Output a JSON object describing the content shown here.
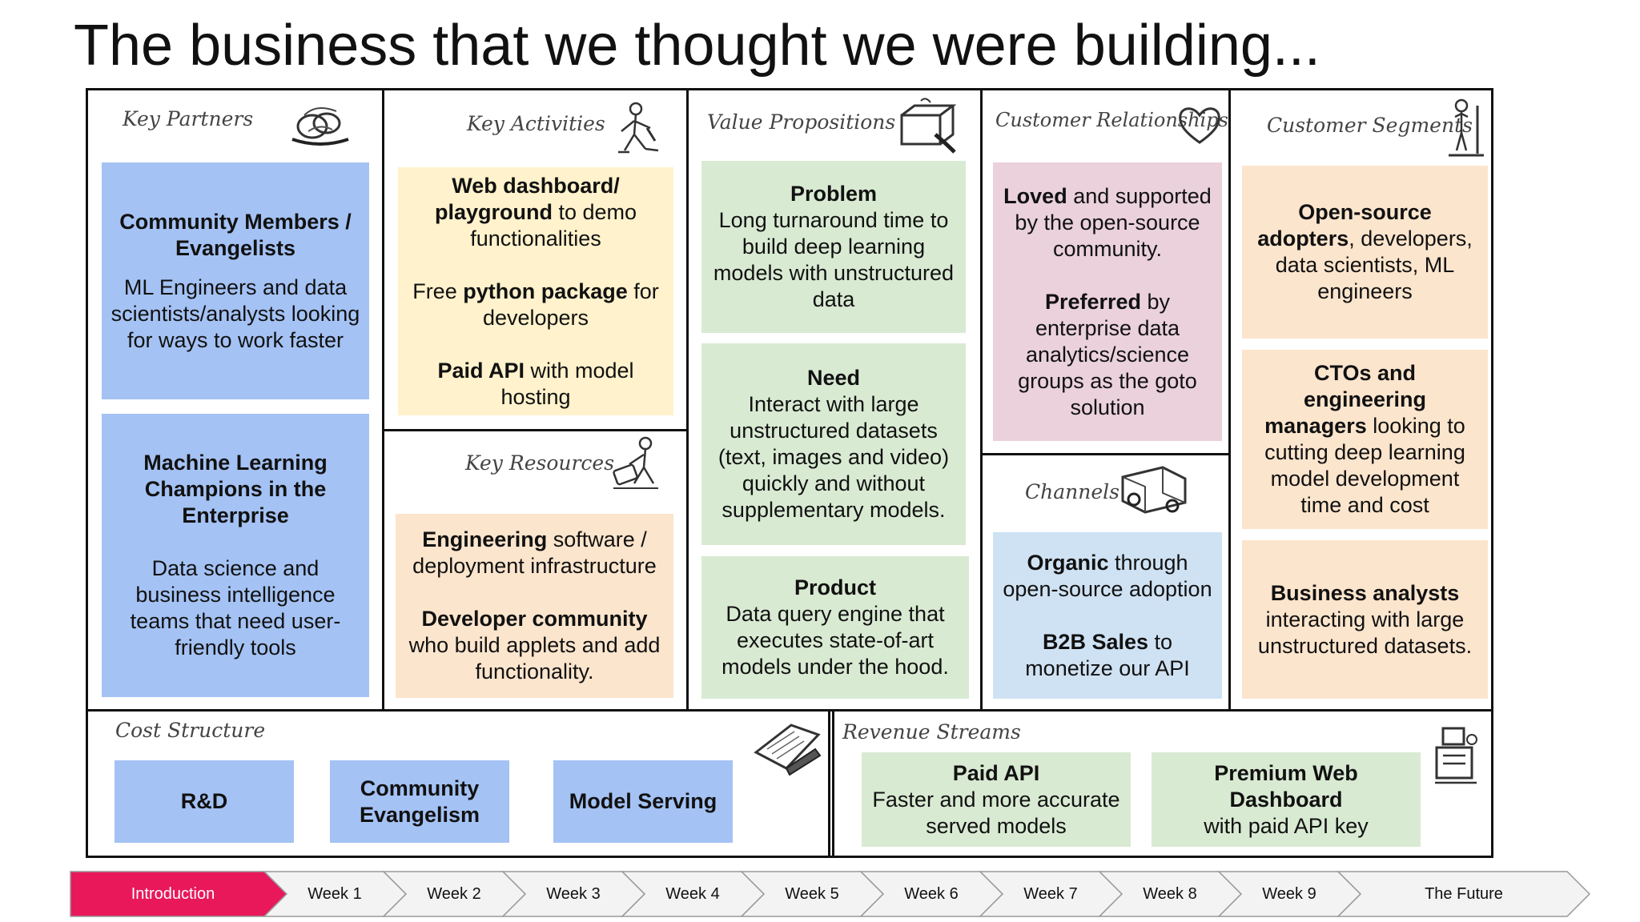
{
  "title": "The business that we thought we were building...",
  "sections": {
    "key_partners": "Key Partners",
    "key_activities": "Key Activities",
    "key_resources": "Key Resources",
    "value_propositions": "Value Propositions",
    "customer_relationships": "Customer Relationships",
    "channels": "Channels",
    "customer_segments": "Customer Segments",
    "cost_structure": "Cost Structure",
    "revenue_streams": "Revenue Streams"
  },
  "key_partners": {
    "card1": {
      "bold": "Community Members / Evangelists",
      "text": "ML Engineers and data scientists/analysts looking for ways to work faster"
    },
    "card2": {
      "bold": "Machine Learning Champions in the Enterprise",
      "text": "Data science and business intelligence teams that need user-friendly tools"
    }
  },
  "key_activities": {
    "l1_bold": "Web dashboard/ playground",
    "l1_rest": " to demo functionalities",
    "l2_pre": "Free ",
    "l2_bold": "python package",
    "l2_rest": " for developers",
    "l3_bold": "Paid API",
    "l3_rest": " with model hosting"
  },
  "key_resources": {
    "l1_bold": "Engineering",
    "l1_rest": " software / deployment infrastructure",
    "l2_bold": "Developer community",
    "l2_rest": " who build applets and add functionality."
  },
  "value_propositions": {
    "problem": {
      "heading": "Problem",
      "text": "Long turnaround time to build deep learning models with unstructured data"
    },
    "need": {
      "heading": "Need",
      "text": "Interact with large unstructured datasets (text, images and video) quickly and without supplementary models."
    },
    "product": {
      "heading": "Product",
      "text": "Data query engine that executes state-of-art models under the hood."
    }
  },
  "customer_relationships": {
    "l1_bold": "Loved",
    "l1_rest": " and supported by the open-source community.",
    "l2_bold": "Preferred",
    "l2_rest": " by enterprise data analytics/science groups as the goto solution"
  },
  "channels": {
    "l1_bold": "Organic",
    "l1_rest": " through open-source adoption",
    "l2_bold": "B2B Sales",
    "l2_rest": " to monetize our API"
  },
  "customer_segments": {
    "c1_bold": "Open-source adopters",
    "c1_rest": ", developers, data scientists, ML engineers",
    "c2_bold": "CTOs and engineering managers",
    "c2_rest": " looking to cutting deep learning model development time and cost",
    "c3_bold": "Business analysts",
    "c3_rest": " interacting with large unstructured datasets."
  },
  "cost_structure": {
    "items": [
      "R&D",
      "Community Evangelism",
      "Model Serving"
    ]
  },
  "revenue_streams": {
    "s1": {
      "bold": "Paid API",
      "text": "Faster and more accurate served models"
    },
    "s2": {
      "bold": "Premium Web Dashboard",
      "text": "with paid API key"
    }
  },
  "nav": {
    "items": [
      "Introduction",
      "Week 1",
      "Week 2",
      "Week 3",
      "Week 4",
      "Week 5",
      "Week 6",
      "Week 7",
      "Week 8",
      "Week 9",
      "The Future"
    ],
    "active_index": 0,
    "active_color": "#e8185b",
    "inactive_color": "#f3f3f3"
  },
  "colors": {
    "blue": "#a4c2f4",
    "yellow": "#fff2cc",
    "green": "#d9ead3",
    "pink": "#ead1dc",
    "lightblue": "#cfe2f3",
    "orange": "#fce5cd"
  },
  "icons": [
    "handshake-sketch-icon",
    "worker-sketch-icon",
    "gift-box-sketch-icon",
    "heart-sketch-icon",
    "person-standing-sketch-icon",
    "tools-sketch-icon",
    "truck-sketch-icon",
    "receipt-sketch-icon",
    "cash-register-sketch-icon"
  ]
}
